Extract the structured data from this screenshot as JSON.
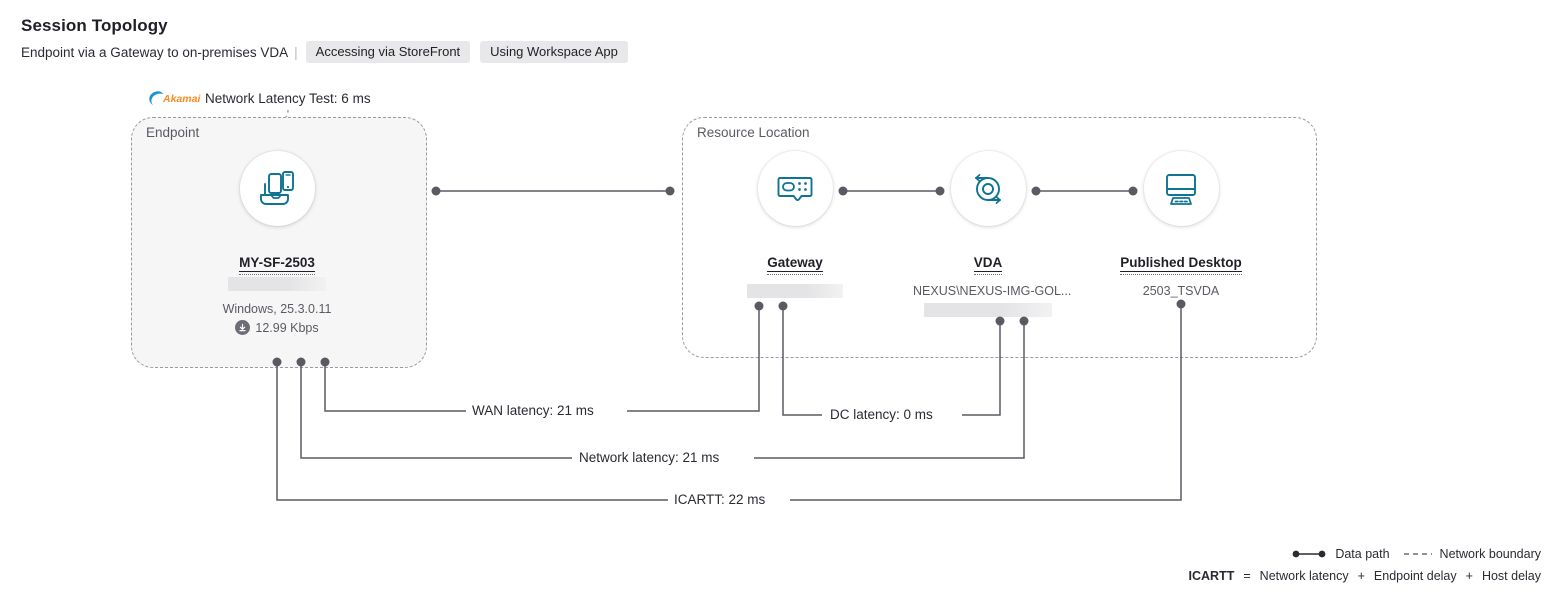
{
  "header": {
    "title": "Session Topology",
    "subtitle": "Endpoint via a Gateway to on-premises VDA",
    "divider": "|",
    "tags": [
      "Accessing via StoreFront",
      "Using Workspace App"
    ]
  },
  "akamai": {
    "logo_name": "akamai-logo",
    "logo_text": "Akamai",
    "label": "Network Latency Test: 6 ms"
  },
  "boundaries": {
    "endpoint_label": "Endpoint",
    "resource_label": "Resource Location"
  },
  "nodes": {
    "endpoint": {
      "icon": "endpoint-devices-icon",
      "name": "MY-SF-2503",
      "redacted": true,
      "os": "Windows, 25.3.0.11",
      "throughput": "12.99 Kbps",
      "throughput_icon": "download-icon"
    },
    "gateway": {
      "icon": "gateway-icon",
      "name": "Gateway",
      "redacted": true
    },
    "vda": {
      "icon": "vda-icon",
      "name": "VDA",
      "sub": "NEXUS\\NEXUS-IMG-GOL...",
      "redacted": true
    },
    "published_desktop": {
      "icon": "monitor-icon",
      "name": "Published Desktop",
      "sub": "2503_TSVDA"
    }
  },
  "metrics": {
    "wan_latency": "WAN latency: 21 ms",
    "dc_latency": "DC latency: 0 ms",
    "network_latency": "Network latency: 21 ms",
    "icartt": "ICARTT: 22 ms"
  },
  "legend": {
    "data_path": "Data path",
    "network_boundary": "Network boundary",
    "formula_key": "ICARTT",
    "equals": "=",
    "term1": "Network latency",
    "plus1": "+",
    "term2": "Endpoint delay",
    "plus2": "+",
    "term3": "Host delay"
  },
  "colors": {
    "icon_teal": "#0f7391",
    "line_gray": "#5a5a63",
    "boundary_gray": "#9a9aa2",
    "pill_bg": "#e8e8ea",
    "akamai_orange": "#f68b1f",
    "akamai_blue": "#1a94d2"
  }
}
